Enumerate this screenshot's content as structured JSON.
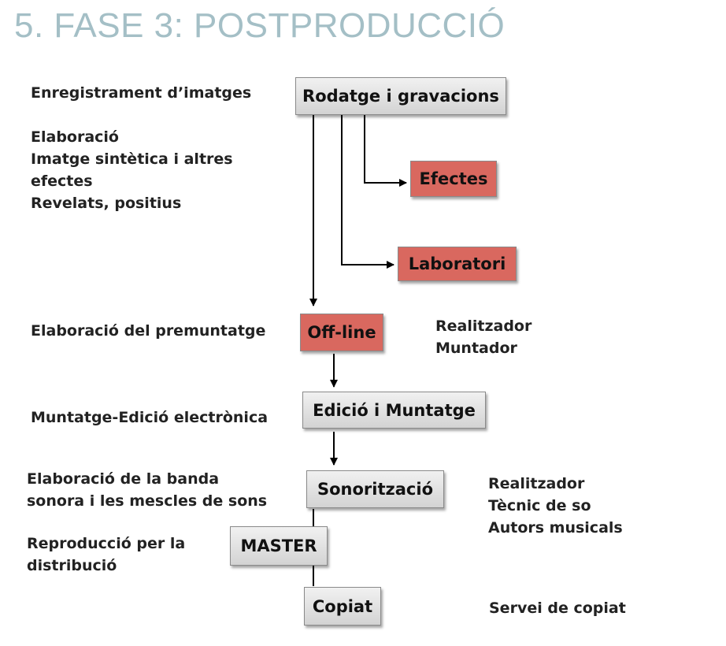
{
  "title": "5. FASE 3: POSTPRODUCCIÓ",
  "nodes": {
    "rodatge": "Rodatge i gravacions",
    "efectes": "Efectes",
    "laboratori": "Laboratori",
    "offline": "Off-line",
    "edicio": "Edició i Muntatge",
    "sonoritzacio": "Sonorització",
    "master": "MASTER",
    "copiat": "Copiat"
  },
  "left_labels": {
    "enregistrament": "Enregistrament d’imatges",
    "elaboracio": [
      "Elaboració",
      "Imatge sintètica i altres",
      "efectes",
      "Revelats, positius"
    ],
    "premuntatge": "Elaboració del premuntatge",
    "muntatge": "Muntatge-Edició electrònica",
    "banda": [
      "Elaboració de la banda",
      "sonora i les mescles de sons"
    ],
    "reproduccio": [
      "Reproducció per la",
      "distribució"
    ]
  },
  "right_labels": {
    "offline_roles": [
      "Realitzador",
      "Muntador"
    ],
    "sonoritzacio_roles": [
      "Realitzador",
      "Tècnic de so",
      "Autors musicals"
    ],
    "copiat_roles": [
      "Servei de copiat"
    ]
  }
}
